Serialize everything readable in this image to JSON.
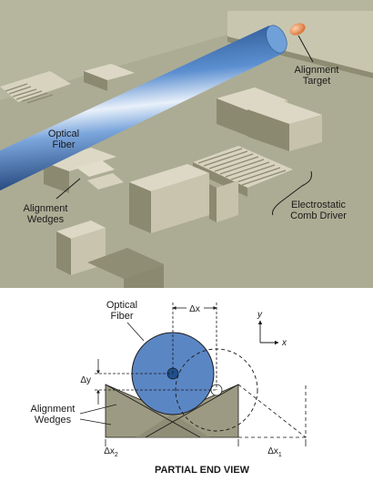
{
  "top_view": {
    "labels": {
      "optical_fiber": [
        "Optical",
        "Fiber"
      ],
      "alignment_target": [
        "Alignment",
        "Target"
      ],
      "alignment_wedges": [
        "Alignment",
        "Wedges"
      ],
      "electrostatic_comb_driver": [
        "Electrostatic",
        "Comb Driver"
      ]
    }
  },
  "end_view": {
    "labels": {
      "optical_fiber": [
        "Optical",
        "Fiber"
      ],
      "alignment_wedges": [
        "Alignment",
        "Wedges"
      ],
      "delta_x": "Δx",
      "delta_y": "Δy",
      "delta_x2": "Δx",
      "delta_x2_sub": "2",
      "delta_x1": "Δx",
      "delta_x1_sub": "1",
      "axis_y": "y",
      "axis_x": "x"
    },
    "caption": "PARTIAL END VIEW"
  },
  "colors": {
    "substrate": "#adad95",
    "block_top": "#ddd8c6",
    "block_side": "#8b8a70",
    "fiber": "#3f6fb0",
    "target": "#e58a4c",
    "wedge": "#9d9b82"
  }
}
